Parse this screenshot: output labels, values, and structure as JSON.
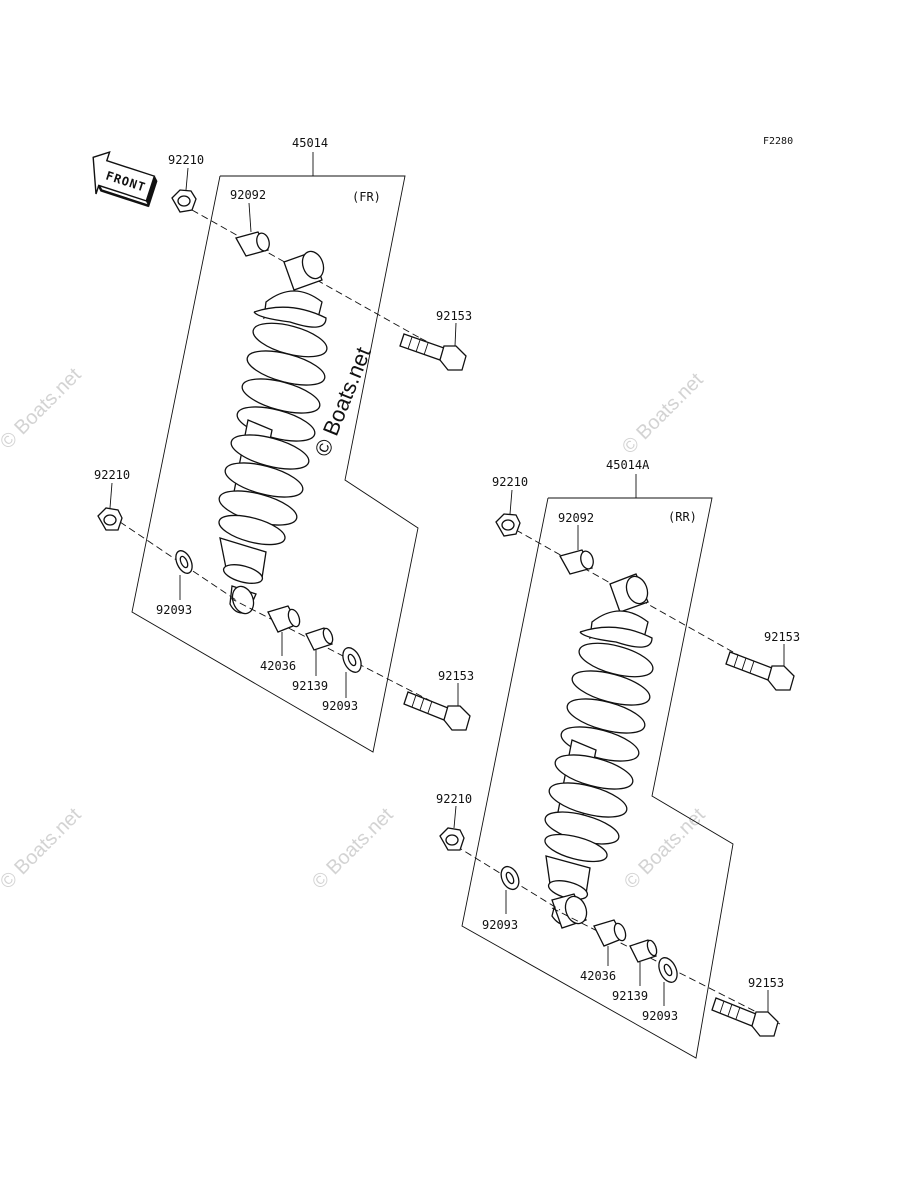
{
  "figure_code": "F2280",
  "front_label": "FRONT",
  "watermark": "© Boats.net",
  "colors": {
    "line": "#111111",
    "watermark": "#d3d3d3"
  },
  "front_assembly": {
    "assembly": "45014",
    "position": "(FR)",
    "nut_upper": "92210",
    "bushing_upper": "92092",
    "bolt_upper": "92153",
    "nut_lower": "92210",
    "washer_left": "92093",
    "collar": "42036",
    "bushing_lower": "92139",
    "washer_right": "92093",
    "bolt_lower": "92153"
  },
  "rear_assembly": {
    "assembly": "45014A",
    "position": "(RR)",
    "nut_upper": "92210",
    "bushing_upper": "92092",
    "bolt_upper": "92153",
    "nut_lower": "92210",
    "washer_left": "92093",
    "collar": "42036",
    "bushing_lower": "92139",
    "washer_right": "92093",
    "bolt_lower": "92153"
  }
}
